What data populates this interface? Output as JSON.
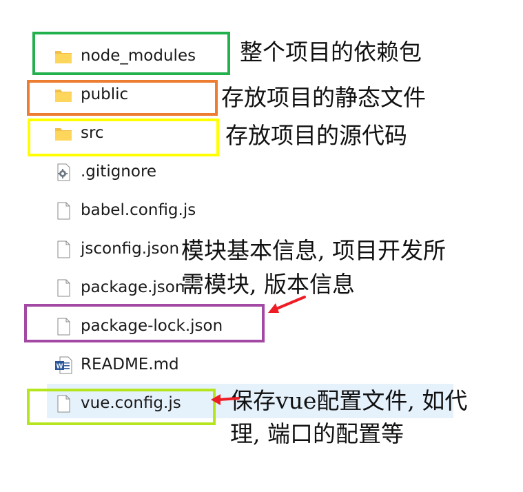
{
  "files": [
    {
      "name": "node_modules",
      "type": "folder",
      "icon": "folder-icon"
    },
    {
      "name": "public",
      "type": "folder",
      "icon": "folder-icon"
    },
    {
      "name": "src",
      "type": "folder",
      "icon": "folder-icon"
    },
    {
      "name": ".gitignore",
      "type": "settings-file",
      "icon": "gear-file-icon"
    },
    {
      "name": "babel.config.js",
      "type": "file",
      "icon": "file-icon"
    },
    {
      "name": "jsconfig.json",
      "type": "file",
      "icon": "file-icon"
    },
    {
      "name": "package.json",
      "type": "file",
      "icon": "file-icon"
    },
    {
      "name": "package-lock.json",
      "type": "file",
      "icon": "file-icon"
    },
    {
      "name": "README.md",
      "type": "word-document",
      "icon": "word-document-icon"
    },
    {
      "name": "vue.config.js",
      "type": "file",
      "icon": "file-icon",
      "selected": true
    }
  ],
  "annotations": {
    "node_modules": "整个项目的依赖包",
    "public": "存放项目的静态文件",
    "src": "存放项目的源代码",
    "package_line1": "模块基本信息, 项目开发所",
    "package_line2": "需模块, 版本信息",
    "vue_config_line1": "保存vue配置文件, 如代",
    "vue_config_line2": "理, 端口的配置等"
  },
  "colors": {
    "green_box": "#22b14c",
    "orange_box": "#ed7d31",
    "yellow_box": "#ffff00",
    "purple_box": "#a349a4",
    "lime_box": "#b5e61d",
    "arrow_red": "#ee1c24",
    "selection_bg": "#e5f1fb",
    "folder_yellow": "#ffd65c"
  }
}
